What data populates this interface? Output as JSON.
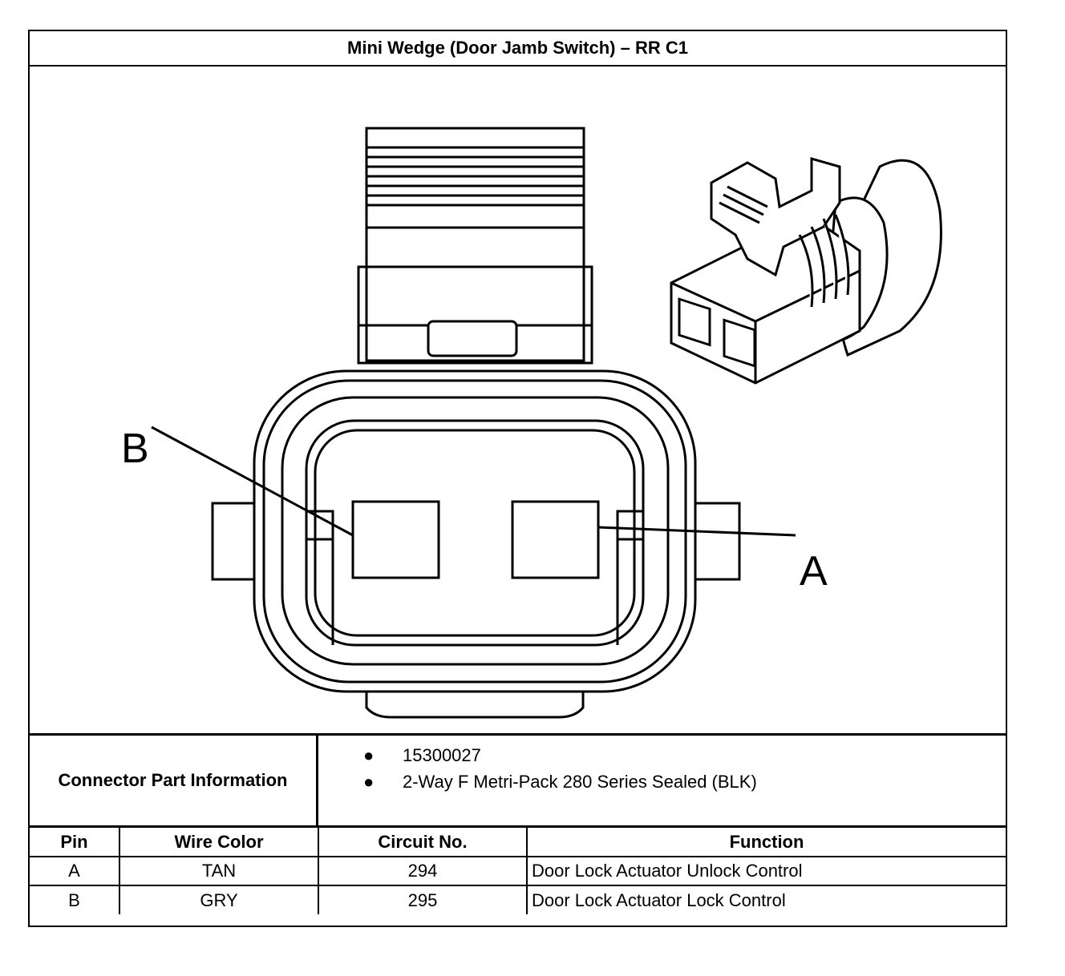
{
  "title": "Mini Wedge (Door Jamb Switch) – RR C1",
  "diagram": {
    "callouts": [
      "B",
      "A"
    ]
  },
  "connector_info": {
    "label": "Connector Part Information",
    "items": [
      "15300027",
      "2-Way F Metri-Pack 280 Series Sealed (BLK)"
    ]
  },
  "pin_table": {
    "headers": [
      "Pin",
      "Wire Color",
      "Circuit No.",
      "Function"
    ],
    "rows": [
      [
        "A",
        "TAN",
        "294",
        "Door Lock Actuator Unlock Control"
      ],
      [
        "B",
        "GRY",
        "295",
        "Door Lock Actuator Lock Control"
      ]
    ]
  }
}
